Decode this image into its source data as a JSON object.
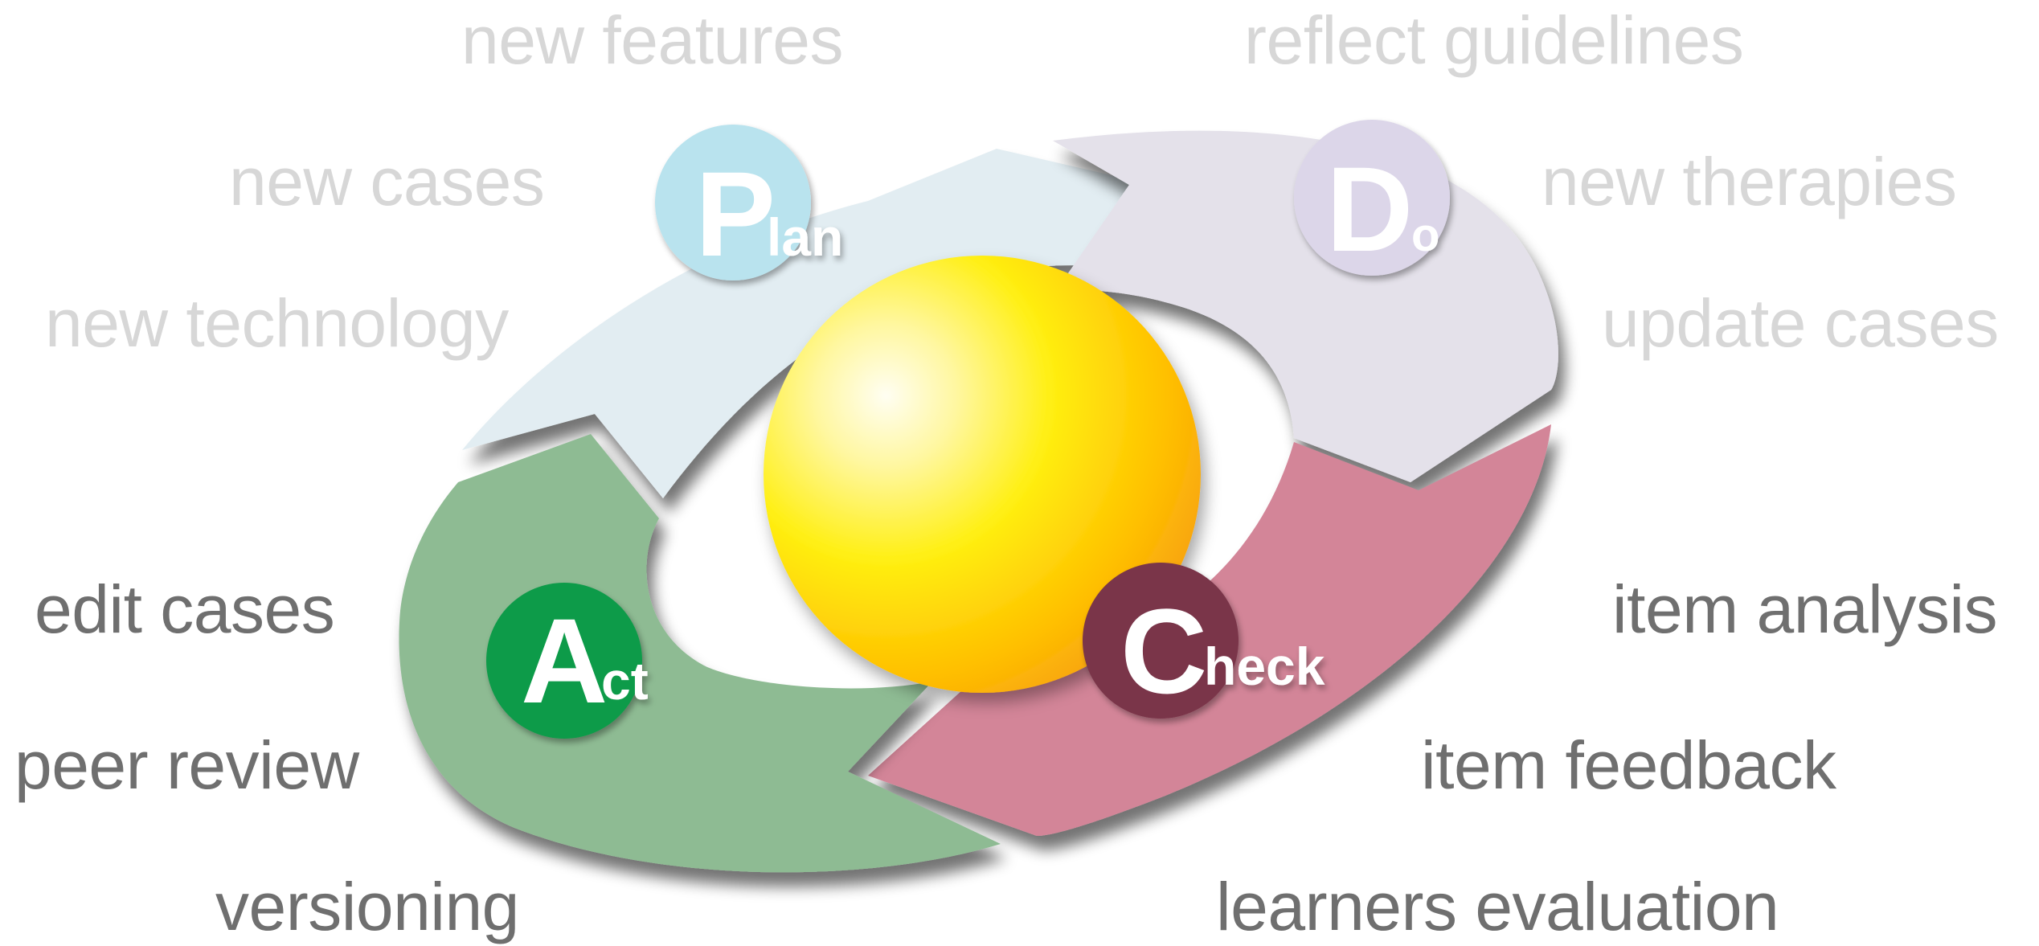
{
  "diagram": {
    "phases": [
      {
        "big": "P",
        "small": "lan",
        "badge_color": "#b9e3ee",
        "arrow_color": "#e2edf2"
      },
      {
        "big": "D",
        "small": "o",
        "badge_color": "#dcd6e9",
        "arrow_color": "#e4e1ea"
      },
      {
        "big": "C",
        "small": "heck",
        "badge_color": "#7a3448",
        "arrow_color": "#d38598"
      },
      {
        "big": "A",
        "small": "ct",
        "badge_color": "#0d9b48",
        "arrow_color": "#8ebb93"
      }
    ],
    "center_color": "#ffd400"
  },
  "labels": {
    "new_features": "new features",
    "reflect_guidelines": "reflect guidelines",
    "new_cases": "new cases",
    "new_therapies": "new therapies",
    "new_technology": "new technology",
    "update_cases": "update cases",
    "edit_cases": "edit cases",
    "item_analysis": "item analysis",
    "peer_review": "peer review",
    "item_feedback": "item feedback",
    "versioning": "versioning",
    "learners_evaluation": "learners evaluation"
  }
}
